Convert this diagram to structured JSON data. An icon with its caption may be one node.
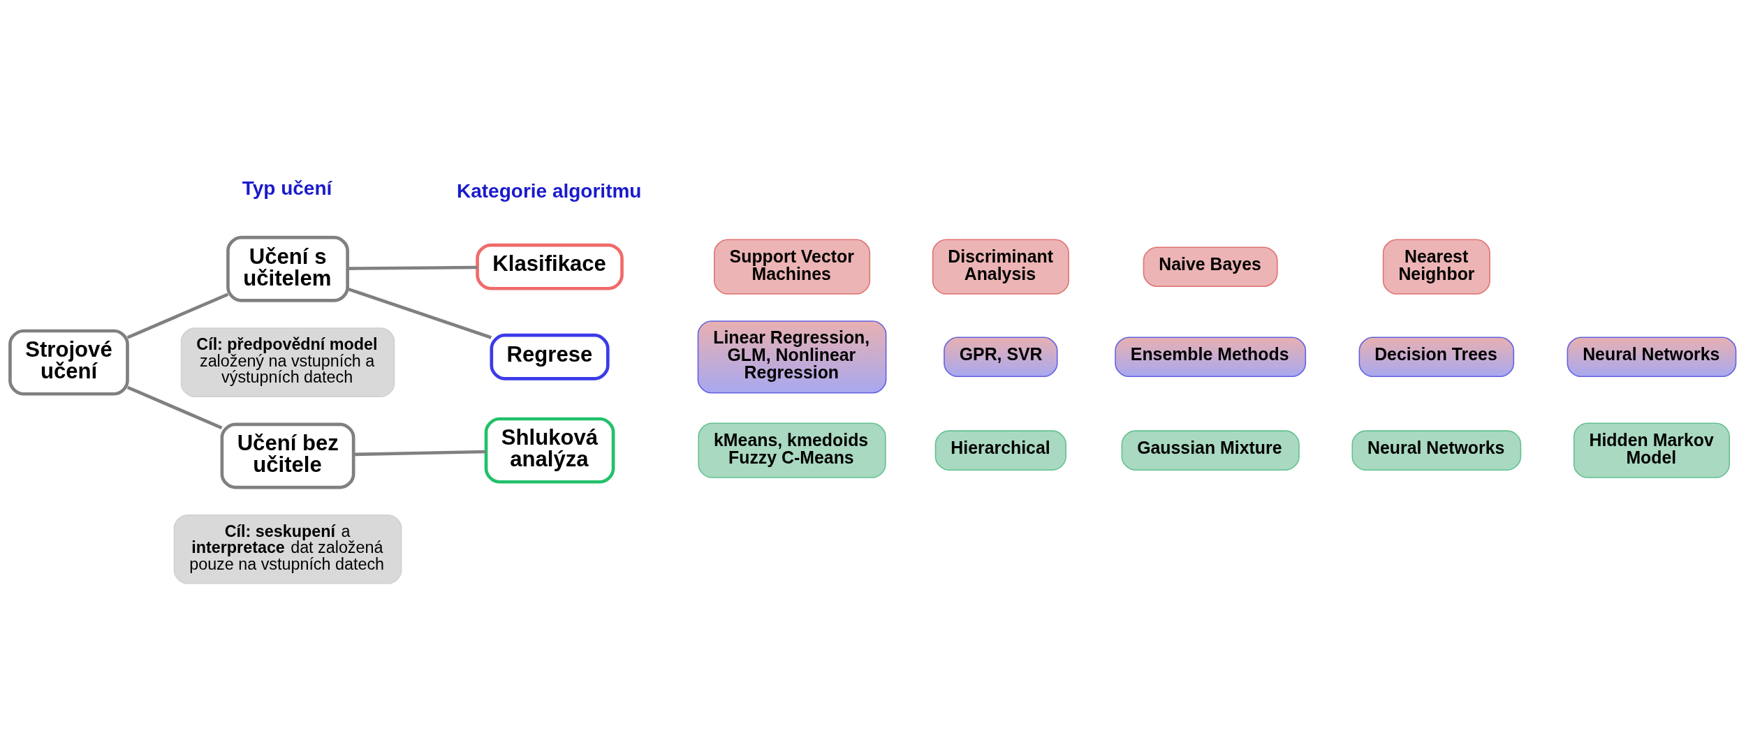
{
  "diagram": {
    "nodes": [
      {
        "text": [
          "Strojové učení"
        ]
      },
      {
        "text": [
          "Učení s učitelem"
        ]
      },
      {
        "text": [
          "**Cíl: předpovědní model** založený na vstupních a výstupních datech"
        ]
      },
      {
        "text": [
          "Učení bez učitele"
        ]
      },
      {
        "text": [
          "**Cíl: seskupení** a **interpretace** dat založená pouze na vstupních datech"
        ]
      },
      {
        "text": [
          "Klasifikace"
        ]
      },
      {
        "text": [
          "Regrese"
        ]
      },
      {
        "text": [
          "Shluková analýza"
        ]
      },
      {
        "text": [
          "Support Vector Machines"
        ]
      },
      {
        "text": [
          "Discriminant Analysis"
        ]
      },
      {
        "text": [
          "Naive Bayes"
        ]
      },
      {
        "text": [
          "Nearest Neighbor"
        ]
      },
      {
        "text": [
          "Linear Regression, GLM, Nonlinear Regression"
        ]
      },
      {
        "text": [
          "GPR, SVR"
        ]
      },
      {
        "text": [
          "Ensemble Methods"
        ]
      },
      {
        "text": [
          "Decision Trees"
        ]
      },
      {
        "text": [
          "Neural Networks"
        ]
      },
      {
        "text": [
          "kMeans, kmedoids Fuzzy C-Means"
        ]
      },
      {
        "text": [
          "Hierarchical"
        ]
      },
      {
        "text": [
          "Gaussian Mixture"
        ]
      },
      {
        "text": [
          "Neural Networks"
        ]
      },
      {
        "text": [
          "Hidden Markov Model"
        ]
      }
    ],
    "edges": [
      {
        "from": 0,
        "to": 1,
        "arrow": "none"
      },
      {
        "from": 0,
        "to": 3,
        "arrow": "none"
      },
      {
        "from": 1,
        "to": 5,
        "arrow": "none"
      },
      {
        "from": 1,
        "to": 6,
        "arrow": "none"
      },
      {
        "from": 3,
        "to": 7,
        "arrow": "none"
      }
    ],
    "labels": [
      "Typ učení",
      "Kategorie algoritmu"
    ]
  }
}
